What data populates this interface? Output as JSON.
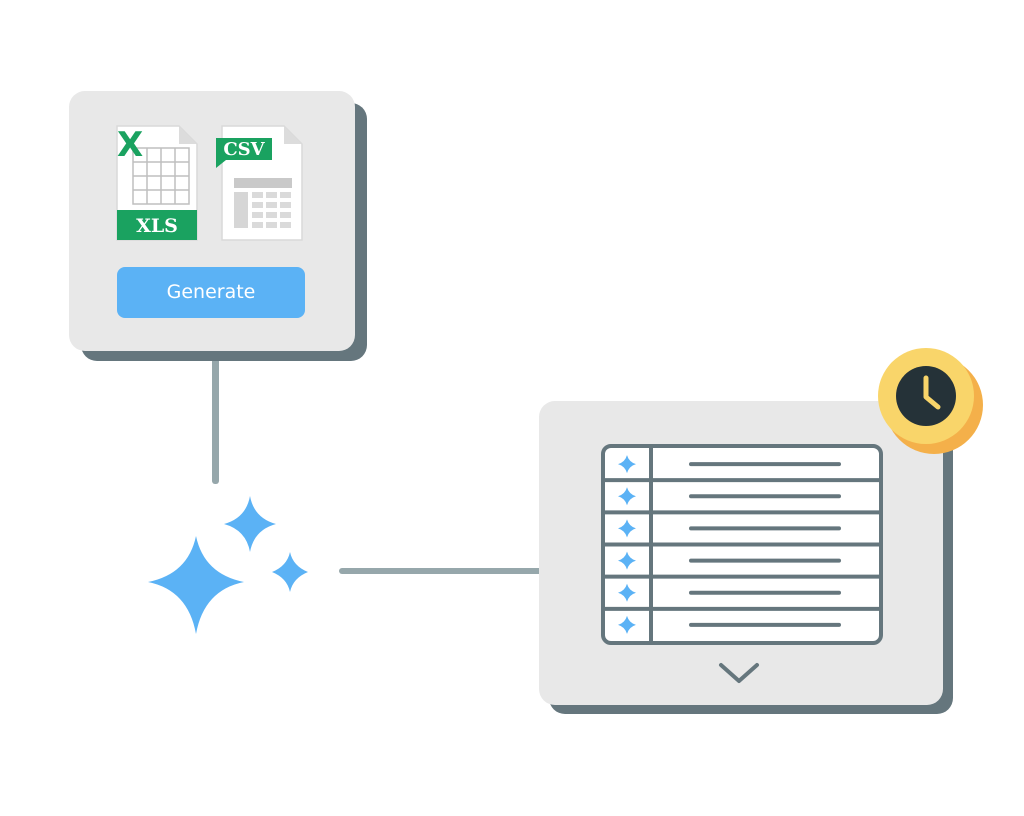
{
  "export_card": {
    "xls_file": {
      "icon": "xls-file-icon",
      "letter": "X",
      "label": "XLS",
      "color": "#1aa260"
    },
    "csv_file": {
      "icon": "csv-file-icon",
      "label": "CSV",
      "color": "#1aa260"
    },
    "generate_button": {
      "label": "Generate",
      "color": "#5bb2f5"
    }
  },
  "sparkle": {
    "icon": "sparkle-icon",
    "color": "#5bb2f5"
  },
  "schedule_card": {
    "clock_badge": {
      "icon": "clock-icon",
      "color": "#f9d56a"
    },
    "list": {
      "row_count": 6,
      "row_icon": "sparkle-icon",
      "line_color": "#65767d"
    },
    "expand": {
      "icon": "chevron-down-icon"
    }
  },
  "colors": {
    "card": "#e8e8e8",
    "card_shadow": "#65767d",
    "connector": "#96a7ab",
    "accent": "#5bb2f5"
  }
}
